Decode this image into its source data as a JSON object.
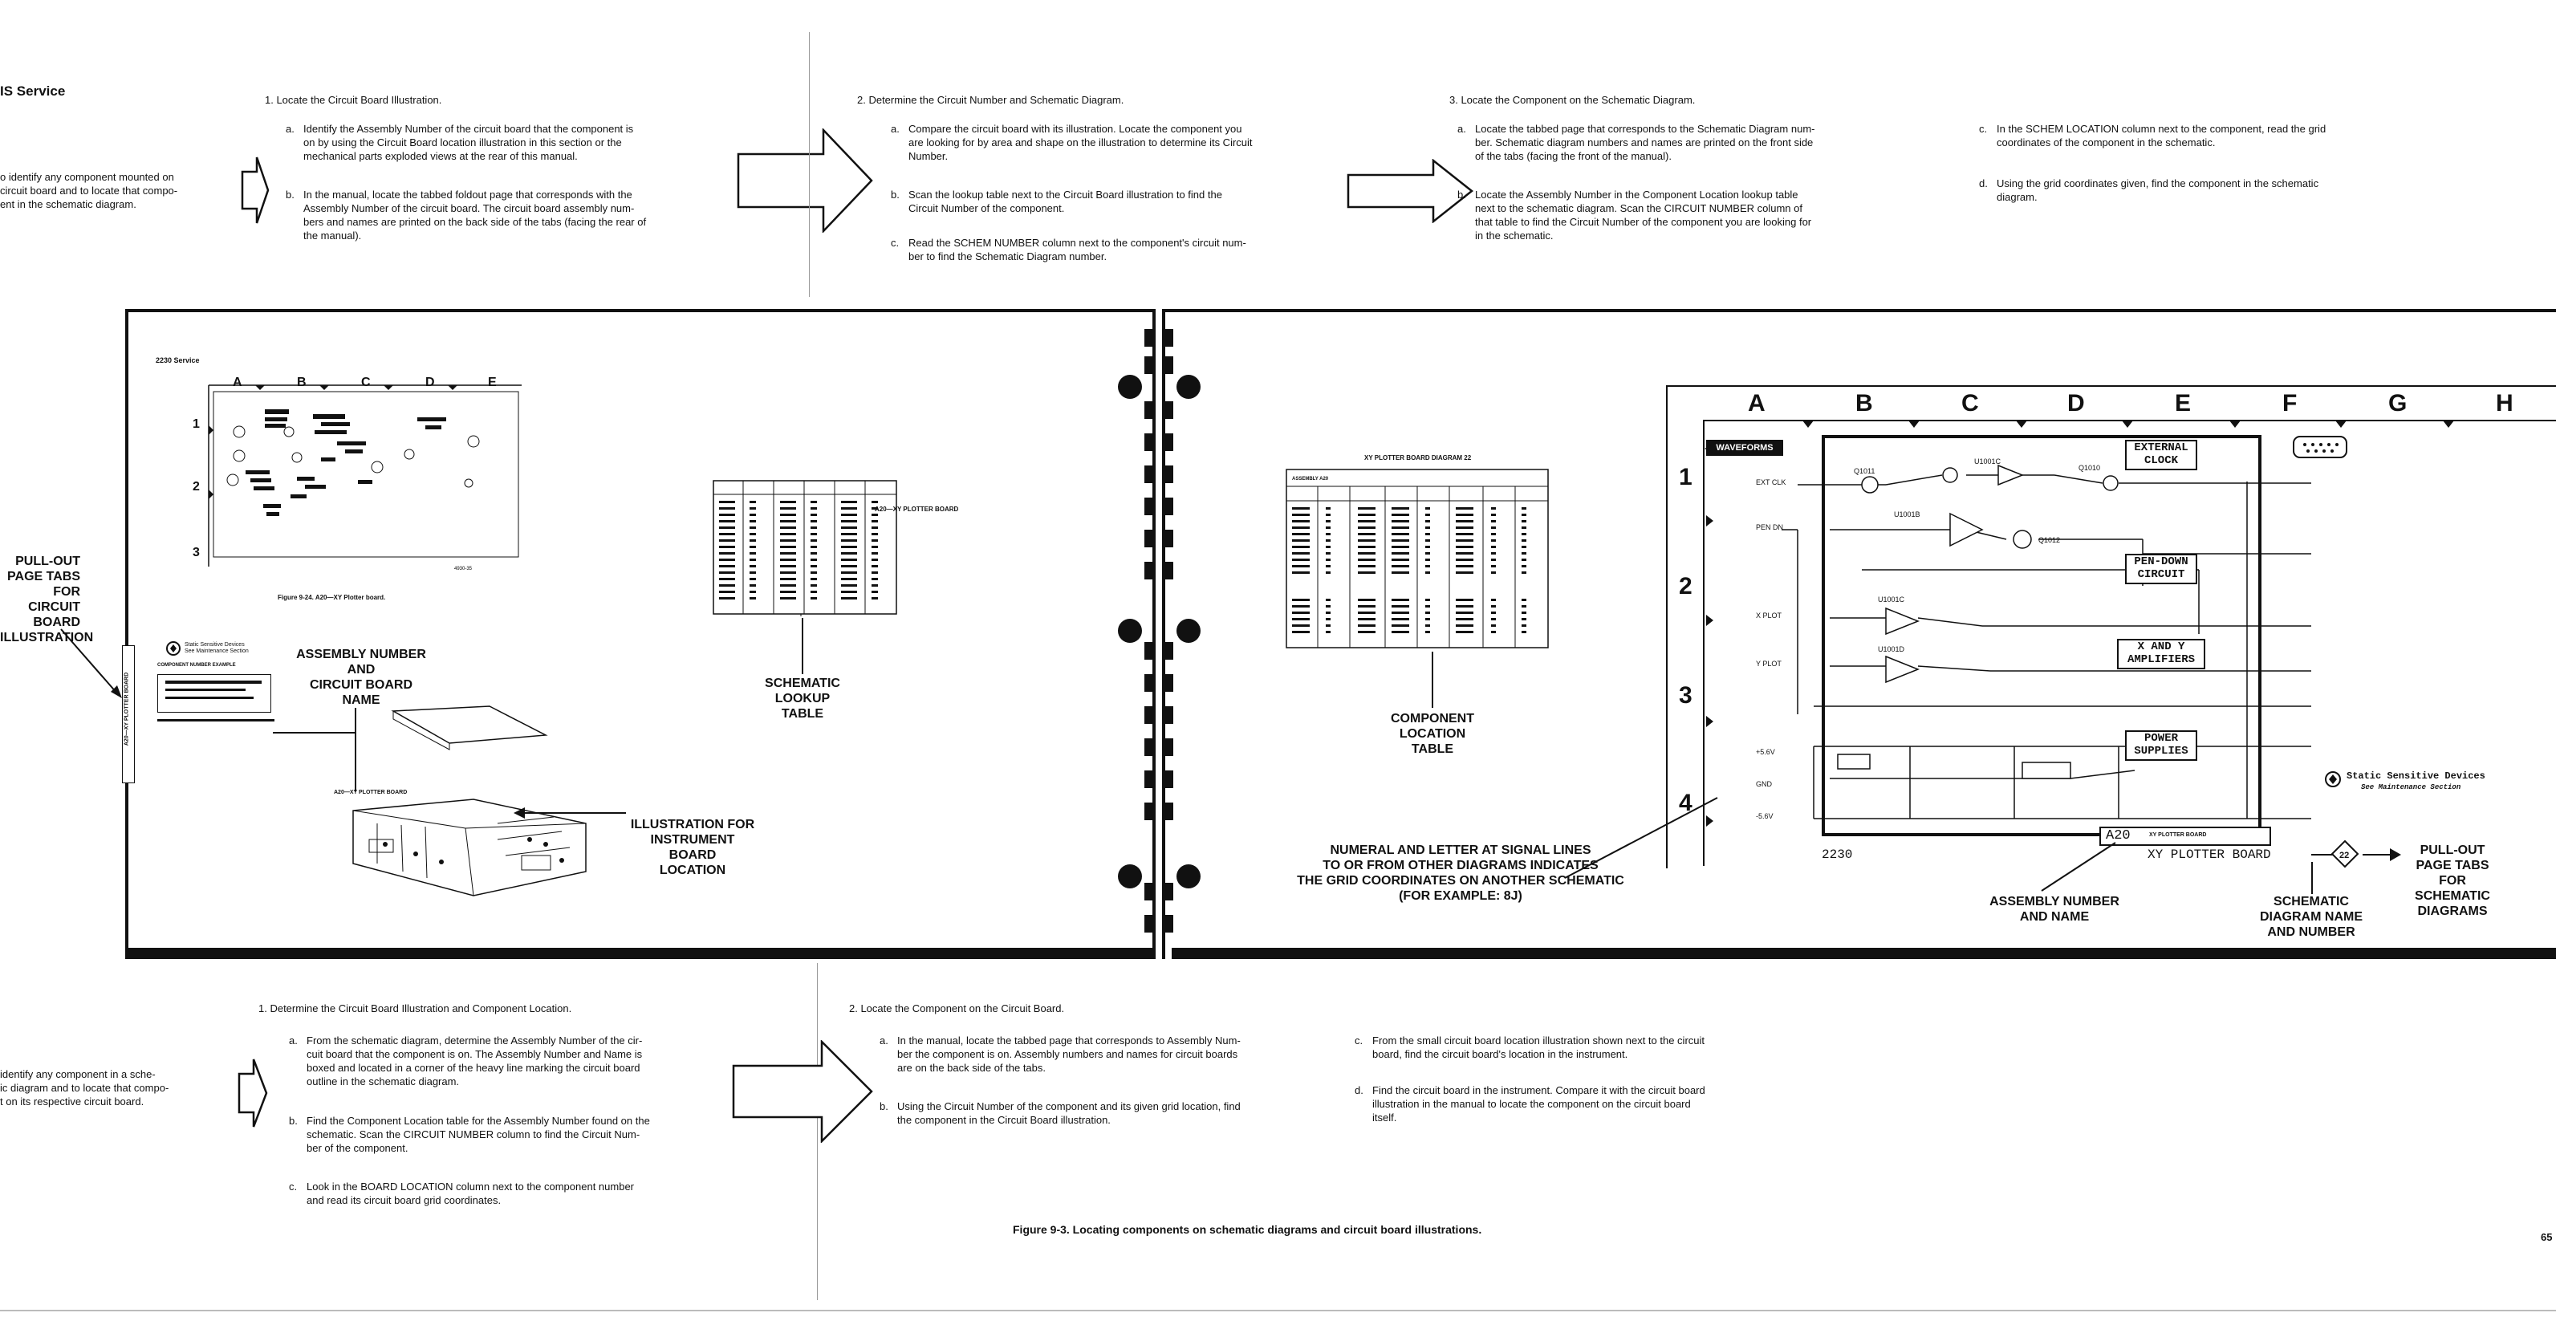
{
  "header": {
    "section_title": "IS Service",
    "left_intro": [
      "o identify any component mounted on",
      "circuit board and to locate that compo-",
      "ent in the schematic diagram."
    ]
  },
  "top_steps": [
    {
      "title": "1.  Locate the Circuit Board Illustration.",
      "items": [
        {
          "label": "a.",
          "text": [
            "Identify the Assembly Number of the circuit board that the component is",
            "on by using the Circuit Board location illustration in this section or the",
            "mechanical parts exploded views at the rear of this manual."
          ]
        },
        {
          "label": "b.",
          "text": [
            "In the manual, locate the tabbed foldout page that corresponds with the",
            "Assembly Number of the circuit board. The circuit board assembly num-",
            "bers and names are printed on the back side of the tabs (facing the rear of",
            "the manual)."
          ]
        }
      ]
    },
    {
      "title": "2.  Determine the Circuit Number and Schematic Diagram.",
      "items": [
        {
          "label": "a.",
          "text": [
            "Compare the circuit board with its illustration. Locate the component you",
            "are looking for by area and shape on the illustration to determine its Circuit",
            "Number."
          ]
        },
        {
          "label": "b.",
          "text": [
            "Scan the lookup table next to the Circuit Board illustration to find the",
            "Circuit Number of the component."
          ]
        },
        {
          "label": "c.",
          "text": [
            "Read the SCHEM NUMBER column next to the component's circuit num-",
            "ber to find the Schematic Diagram number."
          ]
        }
      ]
    },
    {
      "title": "3.  Locate the Component on the Schematic Diagram.",
      "items": [
        {
          "label": "a.",
          "text": [
            "Locate the tabbed page that corresponds to the Schematic Diagram num-",
            "ber. Schematic diagram numbers and names are printed on the front side",
            "of the tabs (facing the front of the manual)."
          ]
        },
        {
          "label": "b.",
          "text": [
            "Locate the Assembly Number in the Component Location lookup table",
            "next to the schematic diagram. Scan the CIRCUIT NUMBER column of",
            "that table to find the Circuit Number of the component you are looking for",
            "in the schematic."
          ]
        }
      ]
    },
    {
      "title": "",
      "items": [
        {
          "label": "c.",
          "text": [
            "In the SCHEM LOCATION column next to the component, read the grid",
            "coordinates of the component in the schematic."
          ]
        },
        {
          "label": "d.",
          "text": [
            "Using the grid coordinates given, find the component in the schematic",
            "diagram."
          ]
        }
      ]
    }
  ],
  "left_panel": {
    "small_header": "2230 Service",
    "grid_letters": [
      "A",
      "B",
      "C",
      "D",
      "E"
    ],
    "grid_numbers": [
      "1",
      "2",
      "3"
    ],
    "figure_caption": "Figure 9-24. A20—XY Plotter board.",
    "lookup_title": "A20—XY PLOTTER BOARD",
    "board_label": "A20—XY PLOTTER BOARD",
    "tab_text": "A20—XY PLOTTER BOARD",
    "static_title": "Static Sensitive Devices",
    "static_sub": "See Maintenance Section",
    "component_number_label": "COMPONENT NUMBER EXAMPLE",
    "callouts": {
      "pull_out_tabs": [
        "PULL-OUT",
        "PAGE TABS",
        "FOR",
        "CIRCUIT BOARD",
        "ILLUSTRATION"
      ],
      "assembly": [
        "ASSEMBLY NUMBER",
        "AND",
        "CIRCUIT BOARD",
        "NAME"
      ],
      "lookup": [
        "SCHEMATIC",
        "LOOKUP",
        "TABLE"
      ],
      "illustration": [
        "ILLUSTRATION FOR",
        "INSTRUMENT",
        "BOARD",
        "LOCATION"
      ]
    }
  },
  "right_panel": {
    "comp_table_title": "XY PLOTTER BOARD DIAGRAM 22",
    "comp_table_sub": "ASSEMBLY A20",
    "grid_letters": [
      "A",
      "B",
      "C",
      "D",
      "E",
      "F",
      "G",
      "H"
    ],
    "grid_numbers": [
      "1",
      "2",
      "3",
      "4"
    ],
    "blocks": {
      "waveforms": "WAVEFORMS",
      "external_clock": [
        "EXTERNAL",
        "CLOCK"
      ],
      "pen_down": [
        "PEN-DOWN",
        "CIRCUIT"
      ],
      "xy_amps": [
        "X AND Y",
        "AMPLIFIERS"
      ],
      "power": [
        "POWER",
        "SUPPLIES"
      ]
    },
    "assembly_box": "A20",
    "assembly_small": "XY PLOTTER BOARD",
    "model": "2230",
    "board_name": "XY PLOTTER BOARD",
    "diagram_number": "22",
    "static_title": "Static Sensitive Devices",
    "static_sub": "See Maintenance Section",
    "callouts": {
      "component_location": [
        "COMPONENT",
        "LOCATION",
        "TABLE"
      ],
      "numeral": [
        "NUMERAL AND LETTER AT SIGNAL LINES",
        "TO OR FROM OTHER DIAGRAMS INDICATES",
        "THE GRID COORDINATES ON ANOTHER SCHEMATIC",
        "(FOR EXAMPLE: 8J)"
      ],
      "assembly_name": [
        "ASSEMBLY NUMBER",
        "AND NAME"
      ],
      "schematic_name": [
        "SCHEMATIC",
        "DIAGRAM NAME",
        "AND NUMBER"
      ],
      "pull_out": [
        "PULL-OUT",
        "PAGE TABS",
        "FOR",
        "SCHEMATIC",
        "DIAGRAMS"
      ]
    }
  },
  "bottom_intro": [
    "identify any component in a sche-",
    "ic diagram and to locate that compo-",
    "t on its respective circuit board."
  ],
  "bottom_steps": [
    {
      "title": "1.  Determine the Circuit Board Illustration and Component Location.",
      "items": [
        {
          "label": "a.",
          "text": [
            "From the schematic diagram, determine the Assembly Number of the cir-",
            "cuit board that the component is on. The Assembly Number and Name is",
            "boxed and located in a corner of the heavy line marking the circuit board",
            "outline in the schematic diagram."
          ]
        },
        {
          "label": "b.",
          "text": [
            "Find the Component Location table for the Assembly Number found on the",
            "schematic. Scan the CIRCUIT NUMBER column to find the Circuit Num-",
            "ber of the component."
          ]
        },
        {
          "label": "c.",
          "text": [
            "Look in the BOARD LOCATION column next to the component number",
            "and read its circuit board grid coordinates."
          ]
        }
      ]
    },
    {
      "title": "2.  Locate the Component on the Circuit Board.",
      "items": [
        {
          "label": "a.",
          "text": [
            "In the manual, locate the tabbed page that corresponds to Assembly Num-",
            "ber the component is on. Assembly numbers and names for circuit boards",
            "are on the back side of the tabs."
          ]
        },
        {
          "label": "b.",
          "text": [
            "Using the Circuit Number of the component and its given grid location, find",
            "the component in the Circuit Board illustration."
          ]
        }
      ]
    },
    {
      "title": "",
      "items": [
        {
          "label": "c.",
          "text": [
            "From the small circuit board location illustration shown next to the circuit",
            "board, find the circuit board's location in the instrument."
          ]
        },
        {
          "label": "d.",
          "text": [
            "Find the circuit board in the instrument. Compare it with the circuit board",
            "illustration in the manual to locate the component on the circuit board",
            "itself."
          ]
        }
      ]
    }
  ],
  "figure_caption": "Figure 9-3. Locating components on schematic diagrams and circuit board illustrations.",
  "page_number": "65"
}
